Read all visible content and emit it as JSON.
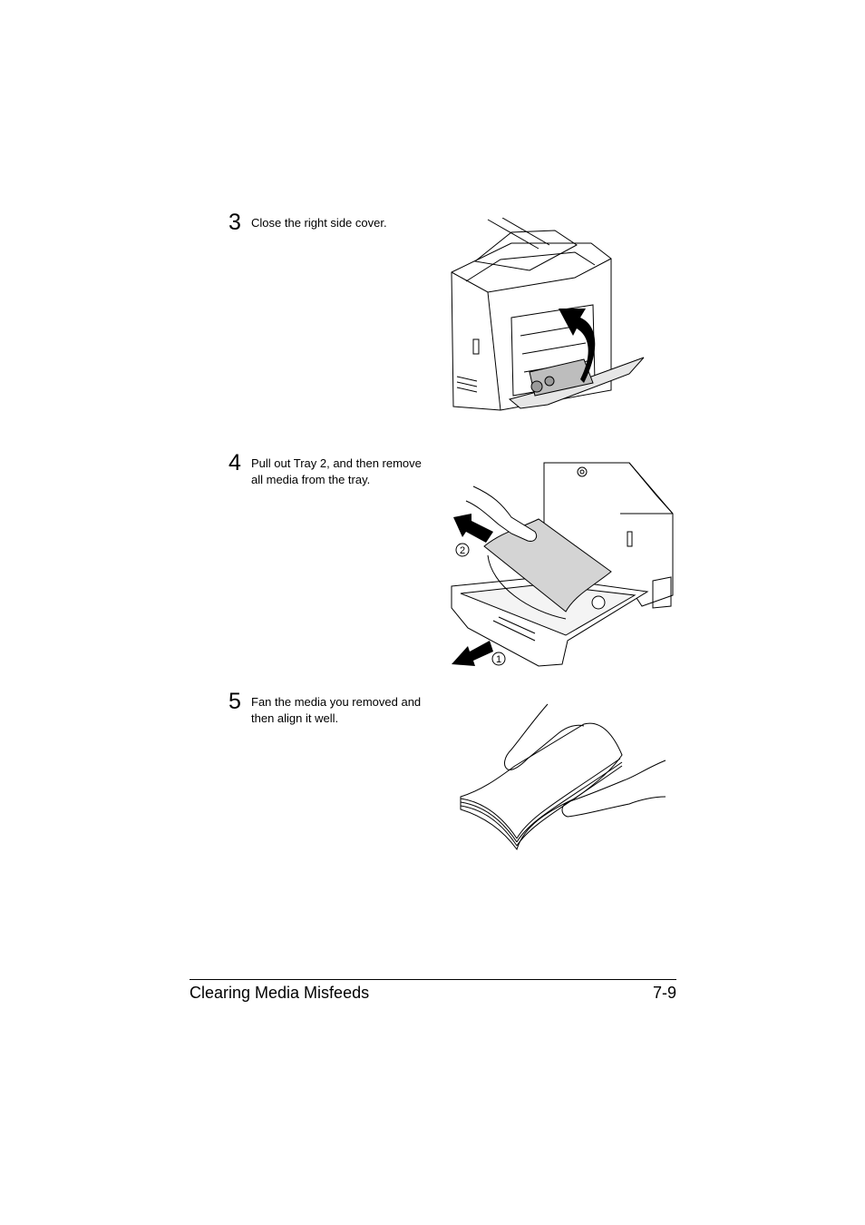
{
  "steps": [
    {
      "number": "3",
      "text": "Close the right side cover.",
      "illustration": "printer-side-cover-close"
    },
    {
      "number": "4",
      "text": "Pull out Tray 2, and then remove\nall media from the tray.",
      "illustration": "tray-2-remove-media",
      "callouts": [
        "2",
        "1"
      ]
    },
    {
      "number": "5",
      "text": "Fan the media you removed and\nthen align it well.",
      "illustration": "fan-media-hands"
    }
  ],
  "footer": {
    "title": "Clearing Media Misfeeds",
    "page": "7-9"
  }
}
